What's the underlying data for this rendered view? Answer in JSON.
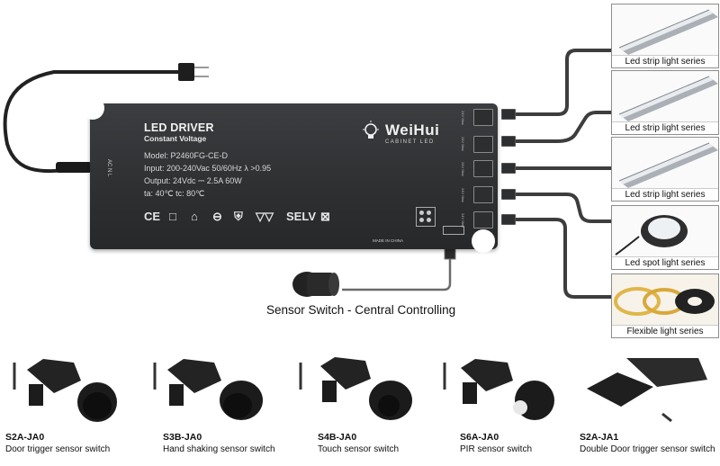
{
  "driver": {
    "title": "LED DRIVER",
    "subtitle": "Constant Voltage",
    "model": "Model: P2460FG-CE-D",
    "input": "Input: 200-240Vac  50/60Hz   λ >0.95",
    "output": "Output: 24Vdc ⎓ 2.5A  60W",
    "temp": "ta: 40℃   tc: 80℃",
    "ac_label": "AC  N    L",
    "made_in": "MADE IN CHINA",
    "certifications": [
      "CE",
      "□",
      "⌂",
      "⊖",
      "⛨",
      "▽▽",
      "SELV",
      "⊠"
    ],
    "port_label": "24V Max"
  },
  "brand": {
    "name": "WeiHui",
    "tagline": "CABINET LED"
  },
  "sensor_caption": "Sensor Switch - Central Controlling",
  "outputs": [
    {
      "label": "Led strip light series",
      "icon": "led-strip-profile-icon"
    },
    {
      "label": "Led strip light series",
      "icon": "led-strip-profile-icon"
    },
    {
      "label": "Led strip light series",
      "icon": "led-strip-profile-icon"
    },
    {
      "label": "Led spot light series",
      "icon": "spot-light-icon"
    },
    {
      "label": "Flexible light series",
      "icon": "flexible-strip-icon"
    }
  ],
  "switches": [
    {
      "code": "S2A-JA0",
      "name": "Door trigger sensor switch"
    },
    {
      "code": "S3B-JA0",
      "name": "Hand shaking sensor switch"
    },
    {
      "code": "S4B-JA0",
      "name": "Touch sensor switch"
    },
    {
      "code": "S6A-JA0",
      "name": "PIR sensor switch"
    },
    {
      "code": "S2A-JA1",
      "name": "Double Door trigger sensor switch"
    }
  ],
  "colors": {
    "driver_body": "#2d2f31",
    "wire": "#3a3a3a",
    "box_border": "#8d8d8d"
  }
}
